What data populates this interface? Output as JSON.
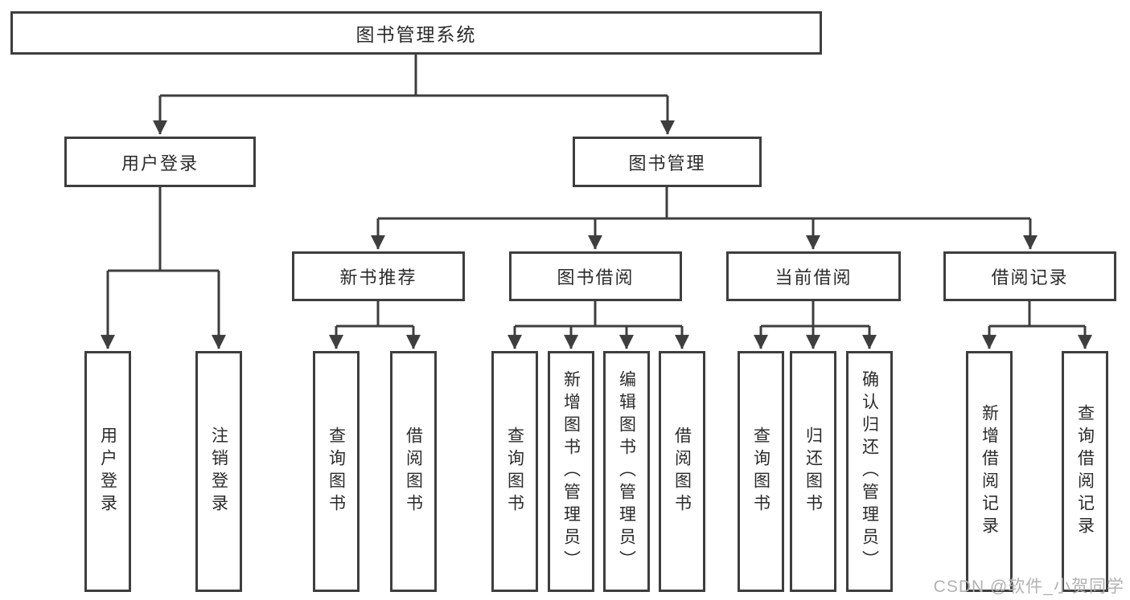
{
  "tree": {
    "label": "图书管理系统",
    "children": [
      {
        "label": "用户登录",
        "children": [
          {
            "label": "用户登录"
          },
          {
            "label": "注销登录"
          }
        ]
      },
      {
        "label": "图书管理",
        "children": [
          {
            "label": "新书推荐",
            "children": [
              {
                "label": "查询图书"
              },
              {
                "label": "借阅图书"
              }
            ]
          },
          {
            "label": "图书借阅",
            "children": [
              {
                "label": "查询图书"
              },
              {
                "label": "新增图书（管理员）"
              },
              {
                "label": "编辑图书（管理员）"
              },
              {
                "label": "借阅图书"
              }
            ]
          },
          {
            "label": "当前借阅",
            "children": [
              {
                "label": "查询图书"
              },
              {
                "label": "归还图书"
              },
              {
                "label": "确认归还（管理员）"
              }
            ]
          },
          {
            "label": "借阅记录",
            "children": [
              {
                "label": "新增借阅记录"
              },
              {
                "label": "查询借阅记录"
              }
            ]
          }
        ]
      }
    ]
  },
  "watermark": "CSDN @软件_小贺同学",
  "colors": {
    "line": "#3e3e3e",
    "text": "#2b2b2b",
    "watermark": "#b2b2b2",
    "background": "#ffffff"
  }
}
